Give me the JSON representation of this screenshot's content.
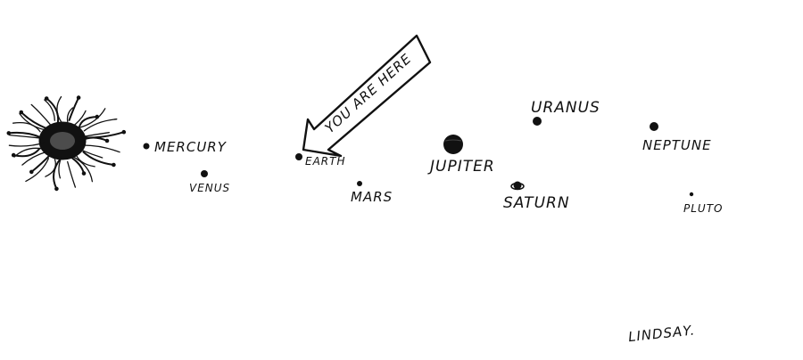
{
  "colors": {
    "ink": "#111111",
    "paper": "#ffffff"
  },
  "icons": {
    "sun": "sun-icon",
    "arrow": "arrow-icon",
    "signature": "signature-icon"
  },
  "planets": [
    {
      "key": "mercury",
      "label": "MERCURY"
    },
    {
      "key": "venus",
      "label": "VENUS"
    },
    {
      "key": "earth",
      "label": "EARTH"
    },
    {
      "key": "mars",
      "label": "MARS"
    },
    {
      "key": "jupiter",
      "label": "JUPITER"
    },
    {
      "key": "saturn",
      "label": "SATURN"
    },
    {
      "key": "uranus",
      "label": "URANUS"
    },
    {
      "key": "neptune",
      "label": "NEPTUNE"
    },
    {
      "key": "pluto",
      "label": "PLUTO"
    }
  ],
  "arrow": {
    "text": "YOU ARE HERE"
  },
  "signature": {
    "text": "LINDSAY."
  }
}
